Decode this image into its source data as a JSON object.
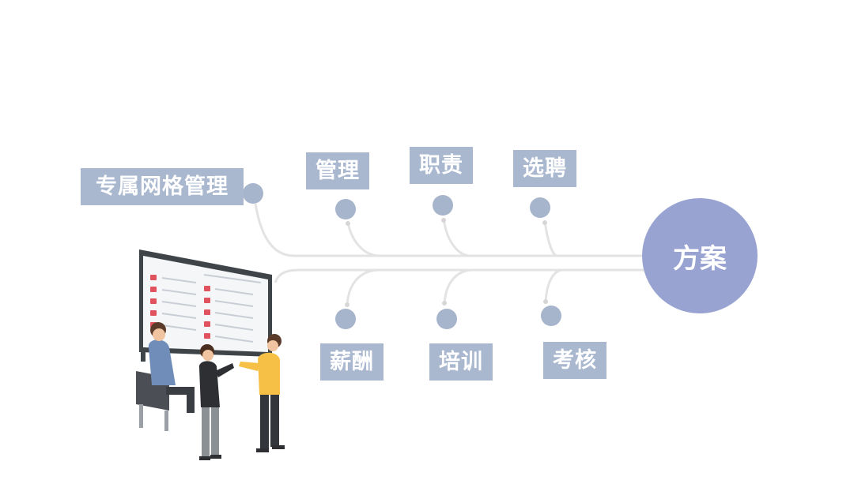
{
  "center": {
    "label": "方案"
  },
  "branches_top": [
    {
      "label": "专属网格管理"
    },
    {
      "label": "管理"
    },
    {
      "label": "职责"
    },
    {
      "label": "选聘"
    }
  ],
  "branches_bottom": [
    {
      "label": "薪酬"
    },
    {
      "label": "培训"
    },
    {
      "label": "考核"
    }
  ],
  "colors": {
    "center_circle": "#98a3d2",
    "node_dot": "#a6b4cc",
    "label_bg": "#a9b8cf",
    "connector": "#e3e3e3"
  }
}
